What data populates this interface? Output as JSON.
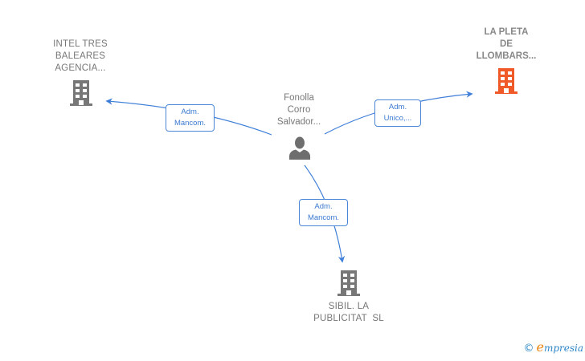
{
  "colors": {
    "edge": "#3f7fd9",
    "company_icon": "#777777",
    "focus_company_icon": "#f05a28",
    "person_icon": "#6e6e6e"
  },
  "nodes": {
    "intel": {
      "type": "company",
      "icon": "building-icon",
      "lines": [
        "INTEL TRES",
        "BALEARES",
        "AGENCIA..."
      ]
    },
    "pleta": {
      "type": "company-focus",
      "icon": "building-icon",
      "lines": [
        "LA PLETA",
        "DE",
        "LLOMBARS..."
      ]
    },
    "person": {
      "type": "person",
      "icon": "person-icon",
      "lines": [
        "Fonolla",
        "Corro",
        "Salvador..."
      ]
    },
    "sibil": {
      "type": "company",
      "icon": "building-icon",
      "lines": [
        "SIBIL. LA",
        "PUBLICITAT  SL"
      ]
    }
  },
  "edges": [
    {
      "from": "person",
      "to": "intel",
      "label": [
        "Adm.",
        "Mancom."
      ]
    },
    {
      "from": "person",
      "to": "pleta",
      "label": [
        "Adm.",
        "Unico,..."
      ]
    },
    {
      "from": "person",
      "to": "sibil",
      "label": [
        "Adm.",
        "Mancom."
      ]
    }
  ],
  "watermark": {
    "copyright": "©",
    "brand_first": "e",
    "brand_rest": "mpresia"
  }
}
